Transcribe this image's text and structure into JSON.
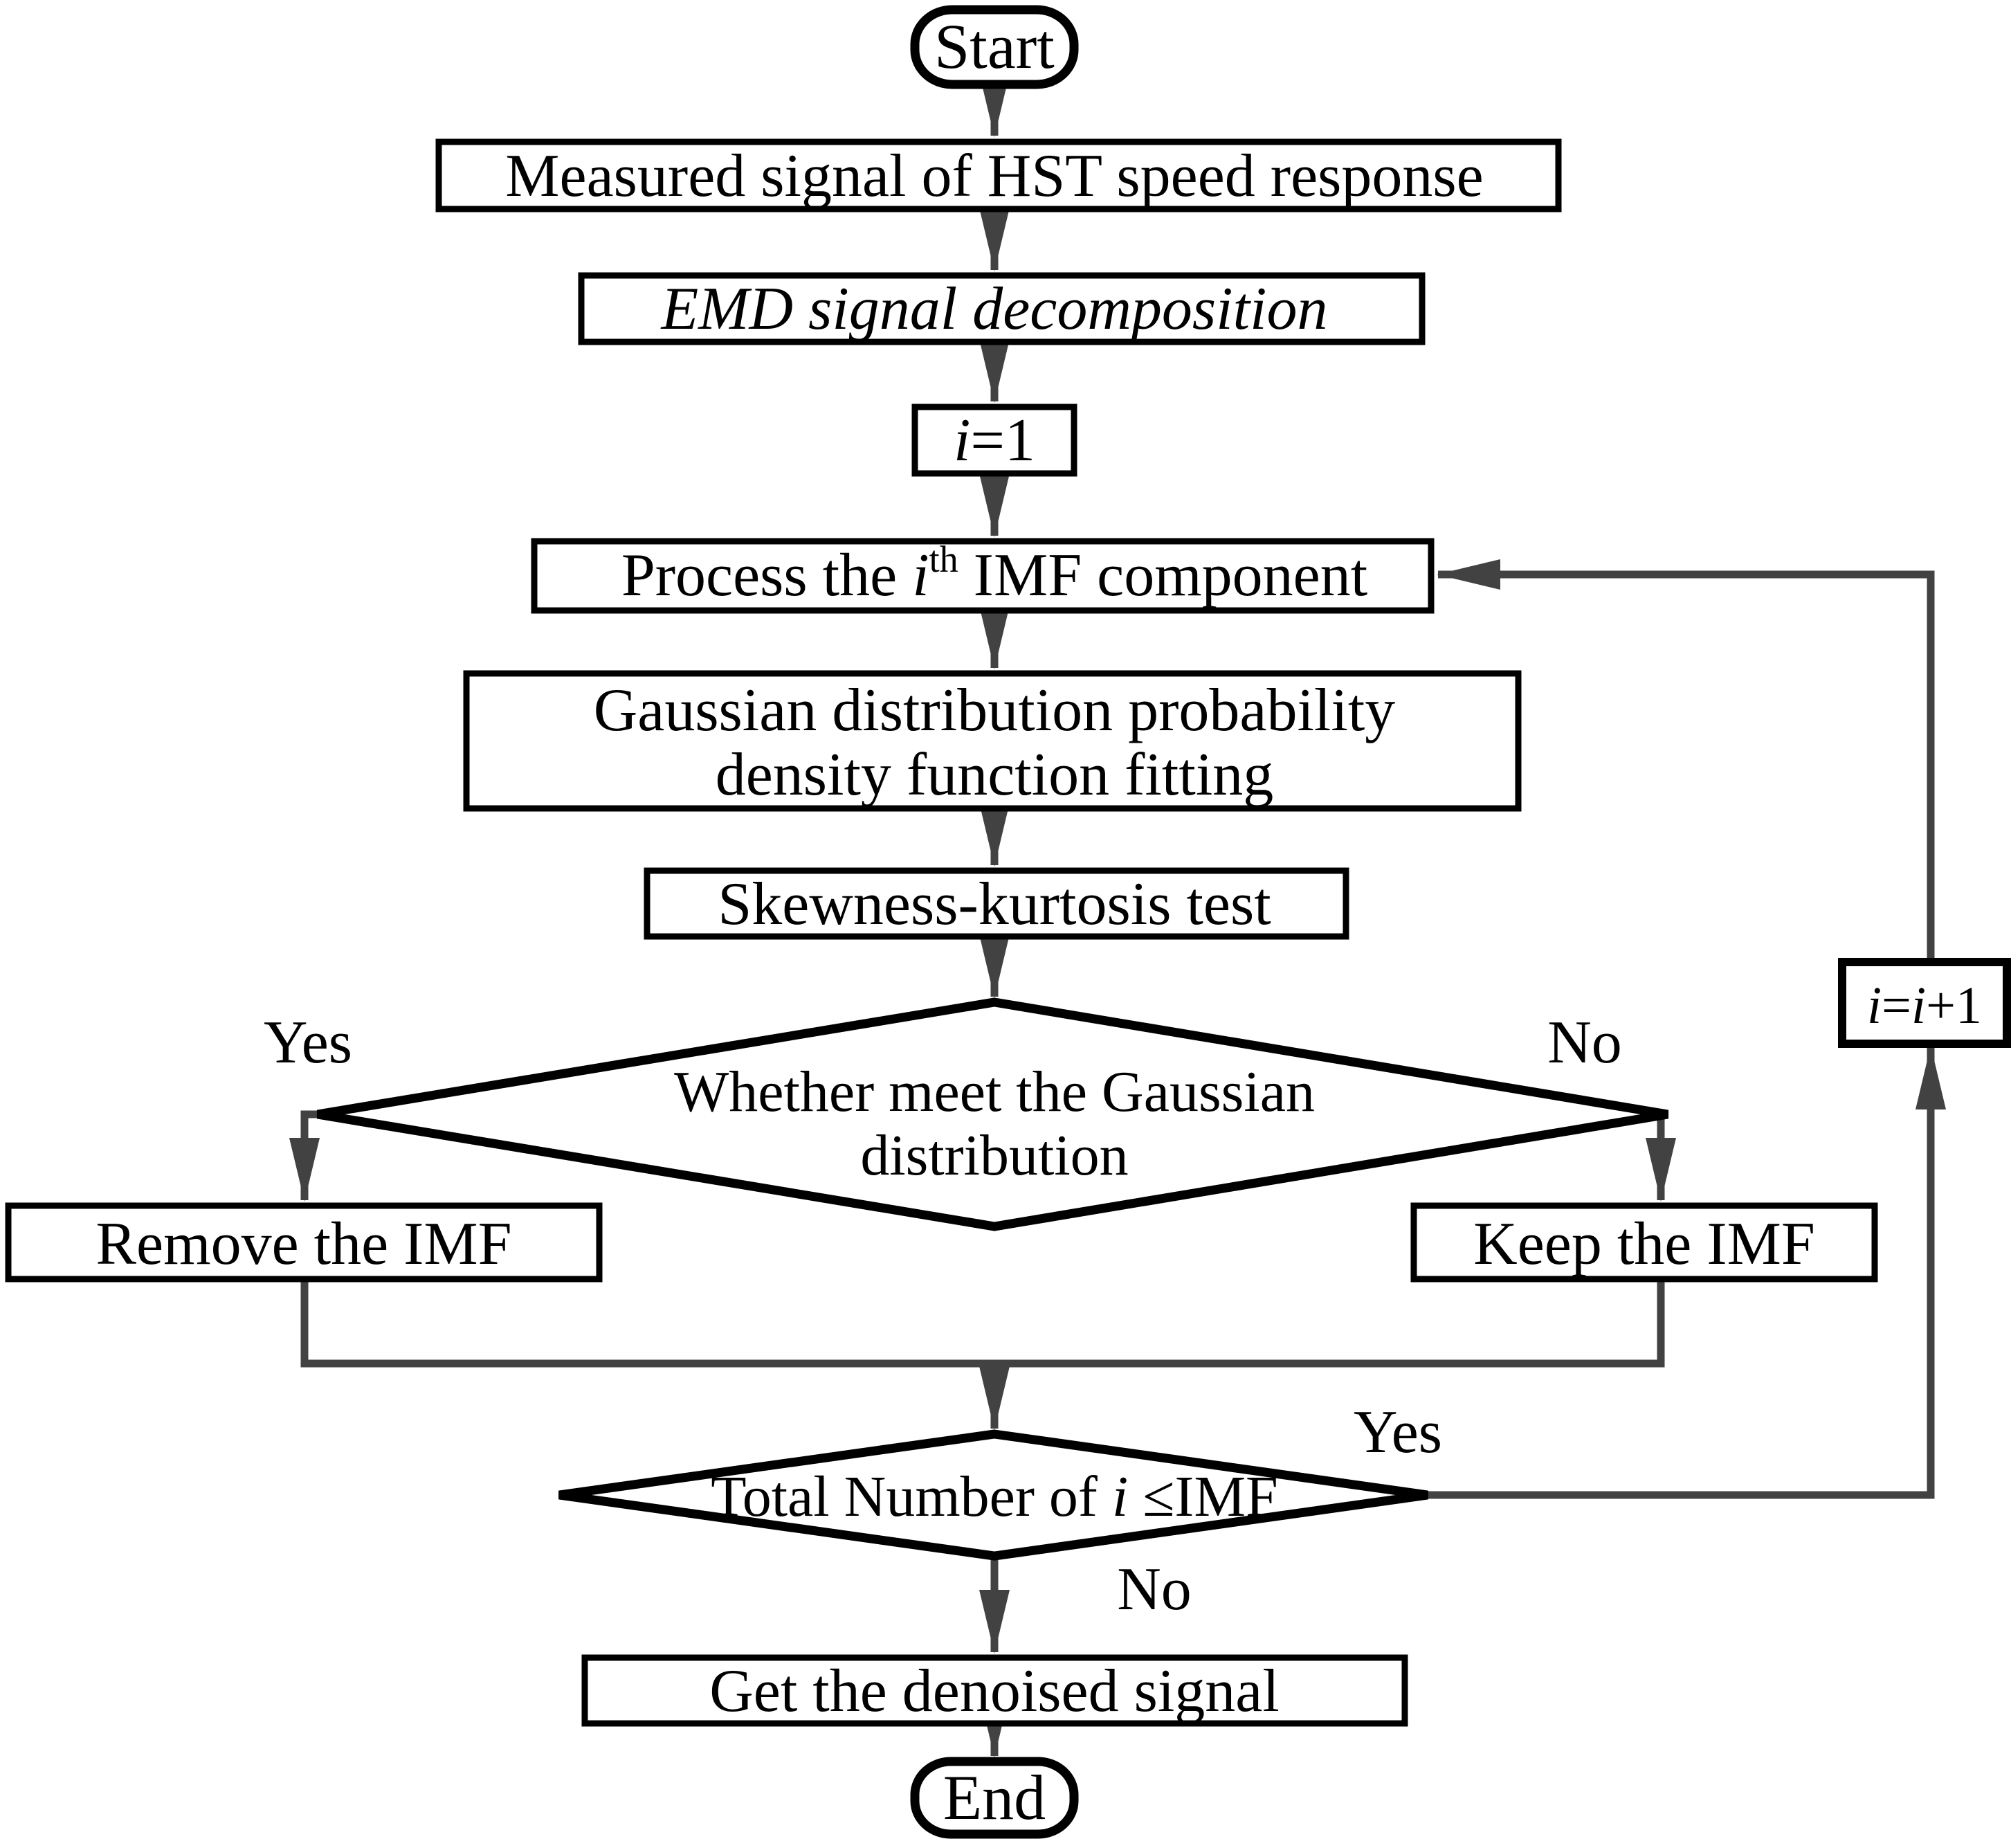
{
  "diagram": {
    "kind": "flowchart",
    "colors": {
      "line": "#424242",
      "border": "#000000",
      "text": "#000000",
      "background": "#ffffff"
    },
    "nodes": {
      "start": {
        "label": "Start"
      },
      "measured": {
        "label": "Measured signal of HST speed response"
      },
      "emd": {
        "label": "EMD signal decomposition"
      },
      "init": {
        "var": "i",
        "rest": "=1"
      },
      "process": {
        "part1": "Process the ",
        "var": "i",
        "sup": "th",
        "part2": " IMF component"
      },
      "gaussian": {
        "line1": "Gaussian distribution probability",
        "line2": "density function fitting"
      },
      "skewness": {
        "label": "Skewness-kurtosis test"
      },
      "decision1": {
        "line1": "Whether meet the Gaussian",
        "line2": "distribution",
        "yes": "Yes",
        "no": "No"
      },
      "remove": {
        "label": "Remove the IMF"
      },
      "keep": {
        "label": "Keep the IMF"
      },
      "decision2": {
        "part1": "Total Number of ",
        "var": "i",
        "part2": " ≤IMF",
        "yes": "Yes",
        "no": "No"
      },
      "increment": {
        "var1": "i",
        "eq": "=",
        "var2": "i",
        "rest": "+1"
      },
      "denoised": {
        "label": "Get the denoised signal"
      },
      "end": {
        "label": "End"
      }
    }
  }
}
